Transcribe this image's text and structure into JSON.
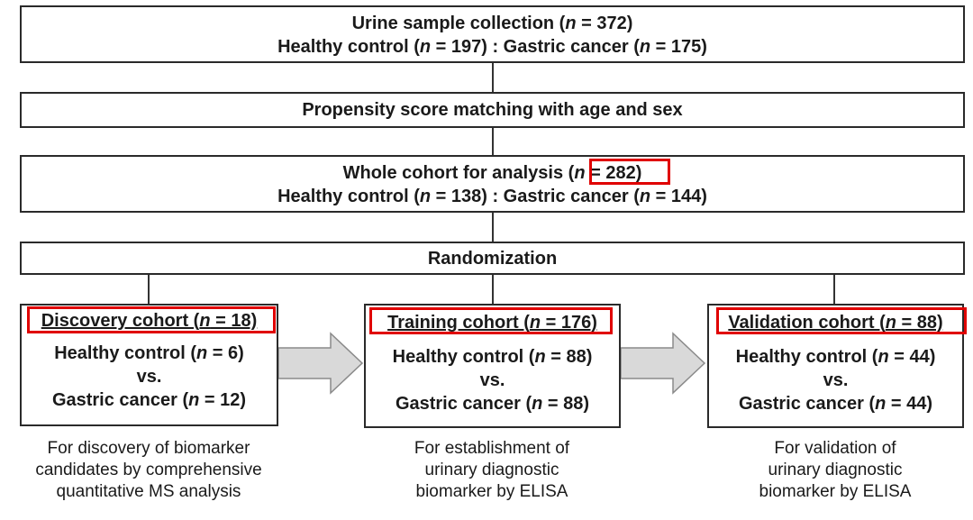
{
  "n_symbol": "n",
  "top": {
    "line1_pre": "Urine sample collection (",
    "line1_post": " = 372)",
    "line2_a": "Healthy control (",
    "line2_b": " = 197) : Gastric cancer (",
    "line2_c": " = 175)"
  },
  "psm": {
    "text": "Propensity score matching with age and sex"
  },
  "whole": {
    "line1_pre": "Whole cohort for analysis (",
    "line1_post": " = 282)",
    "line2_a": "Healthy control (",
    "line2_b": " = 138) : Gastric cancer (",
    "line2_c": " = 144)"
  },
  "randomization": {
    "text": "Randomization"
  },
  "cohorts": [
    {
      "head_pre": "Discovery cohort (",
      "head_post": " = 18)",
      "hc_pre": "Healthy control (",
      "hc_post": " = 6)",
      "vs": "vs.",
      "gc_pre": "Gastric cancer (",
      "gc_post": " = 12)",
      "caption": [
        "For discovery of biomarker",
        "candidates by comprehensive",
        "quantitative MS analysis"
      ]
    },
    {
      "head_pre": "Training cohort (",
      "head_post": " = 176)",
      "hc_pre": "Healthy control (",
      "hc_post": " = 88)",
      "vs": "vs.",
      "gc_pre": "Gastric cancer (",
      "gc_post": " = 88)",
      "caption": [
        "For establishment of",
        "urinary diagnostic",
        "biomarker by ELISA"
      ]
    },
    {
      "head_pre": "Validation cohort (",
      "head_post": " = 88)",
      "hc_pre": "Healthy control (",
      "hc_post": " = 44)",
      "vs": "vs.",
      "gc_pre": "Gastric cancer (",
      "gc_post": " = 44)",
      "caption": [
        "For validation of",
        "urinary diagnostic",
        "biomarker by ELISA"
      ]
    }
  ],
  "colors": {
    "highlight": "#e00000",
    "arrow_fill": "#d9d9d9",
    "arrow_stroke": "#8a8a8a"
  }
}
